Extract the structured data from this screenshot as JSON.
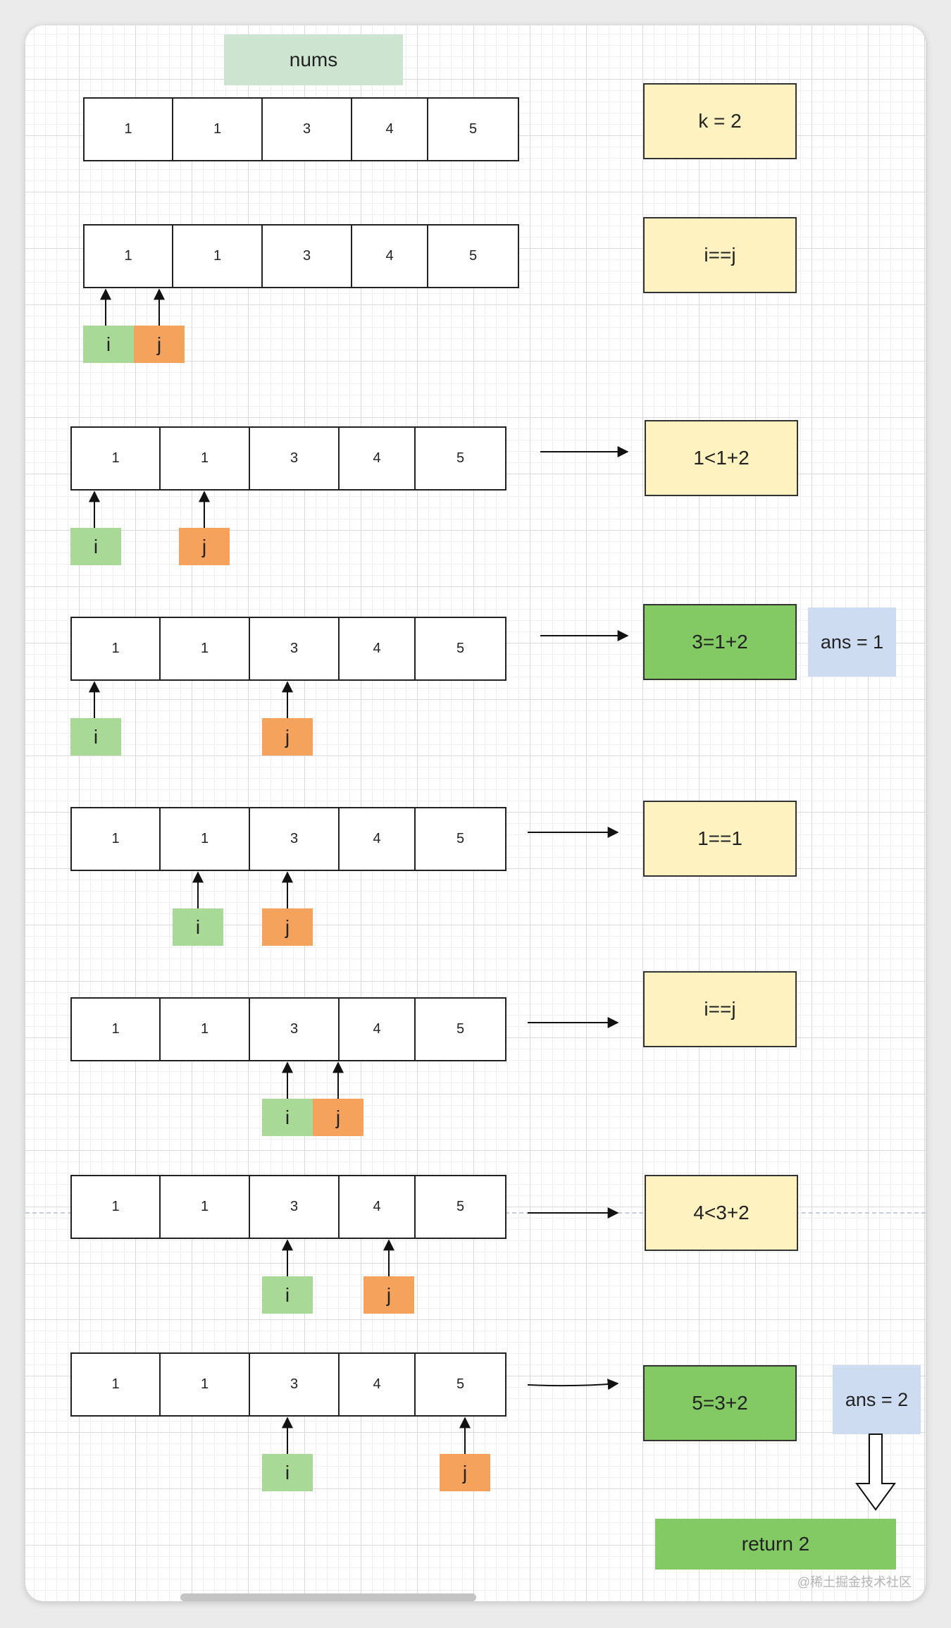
{
  "title": "nums",
  "cells": [
    "1",
    "1",
    "3",
    "4",
    "5"
  ],
  "pointers": {
    "i": "i",
    "j": "j"
  },
  "rows": [
    {
      "cond": "k = 2",
      "cond_color": "yellow",
      "i_index": null,
      "j_index": null
    },
    {
      "cond": "i==j",
      "cond_color": "yellow",
      "i_index": 0,
      "j_index": 0
    },
    {
      "cond": "1<1+2",
      "cond_color": "yellow",
      "i_index": 0,
      "j_index": 1
    },
    {
      "cond": "3=1+2",
      "cond_color": "green",
      "i_index": 0,
      "j_index": 2
    },
    {
      "cond": "1==1",
      "cond_color": "yellow",
      "i_index": 1,
      "j_index": 2
    },
    {
      "cond": "i==j",
      "cond_color": "yellow",
      "i_index": 2,
      "j_index": 2
    },
    {
      "cond": "4<3+2",
      "cond_color": "yellow",
      "i_index": 2,
      "j_index": 3
    },
    {
      "cond": "5=3+2",
      "cond_color": "green",
      "i_index": 2,
      "j_index": 4
    }
  ],
  "answers": [
    {
      "label": "ans = 1",
      "row": 3
    },
    {
      "label": "ans = 2",
      "row": 7
    }
  ],
  "result": "return 2",
  "watermark": "@稀土掘金技术社区",
  "colors": {
    "pointer_i": "#a9d996",
    "pointer_j": "#f5a25c",
    "cond_yellow": "#fff2c1",
    "cond_green": "#83c964",
    "ans": "#cedcf2",
    "title": "#cde5d0"
  }
}
